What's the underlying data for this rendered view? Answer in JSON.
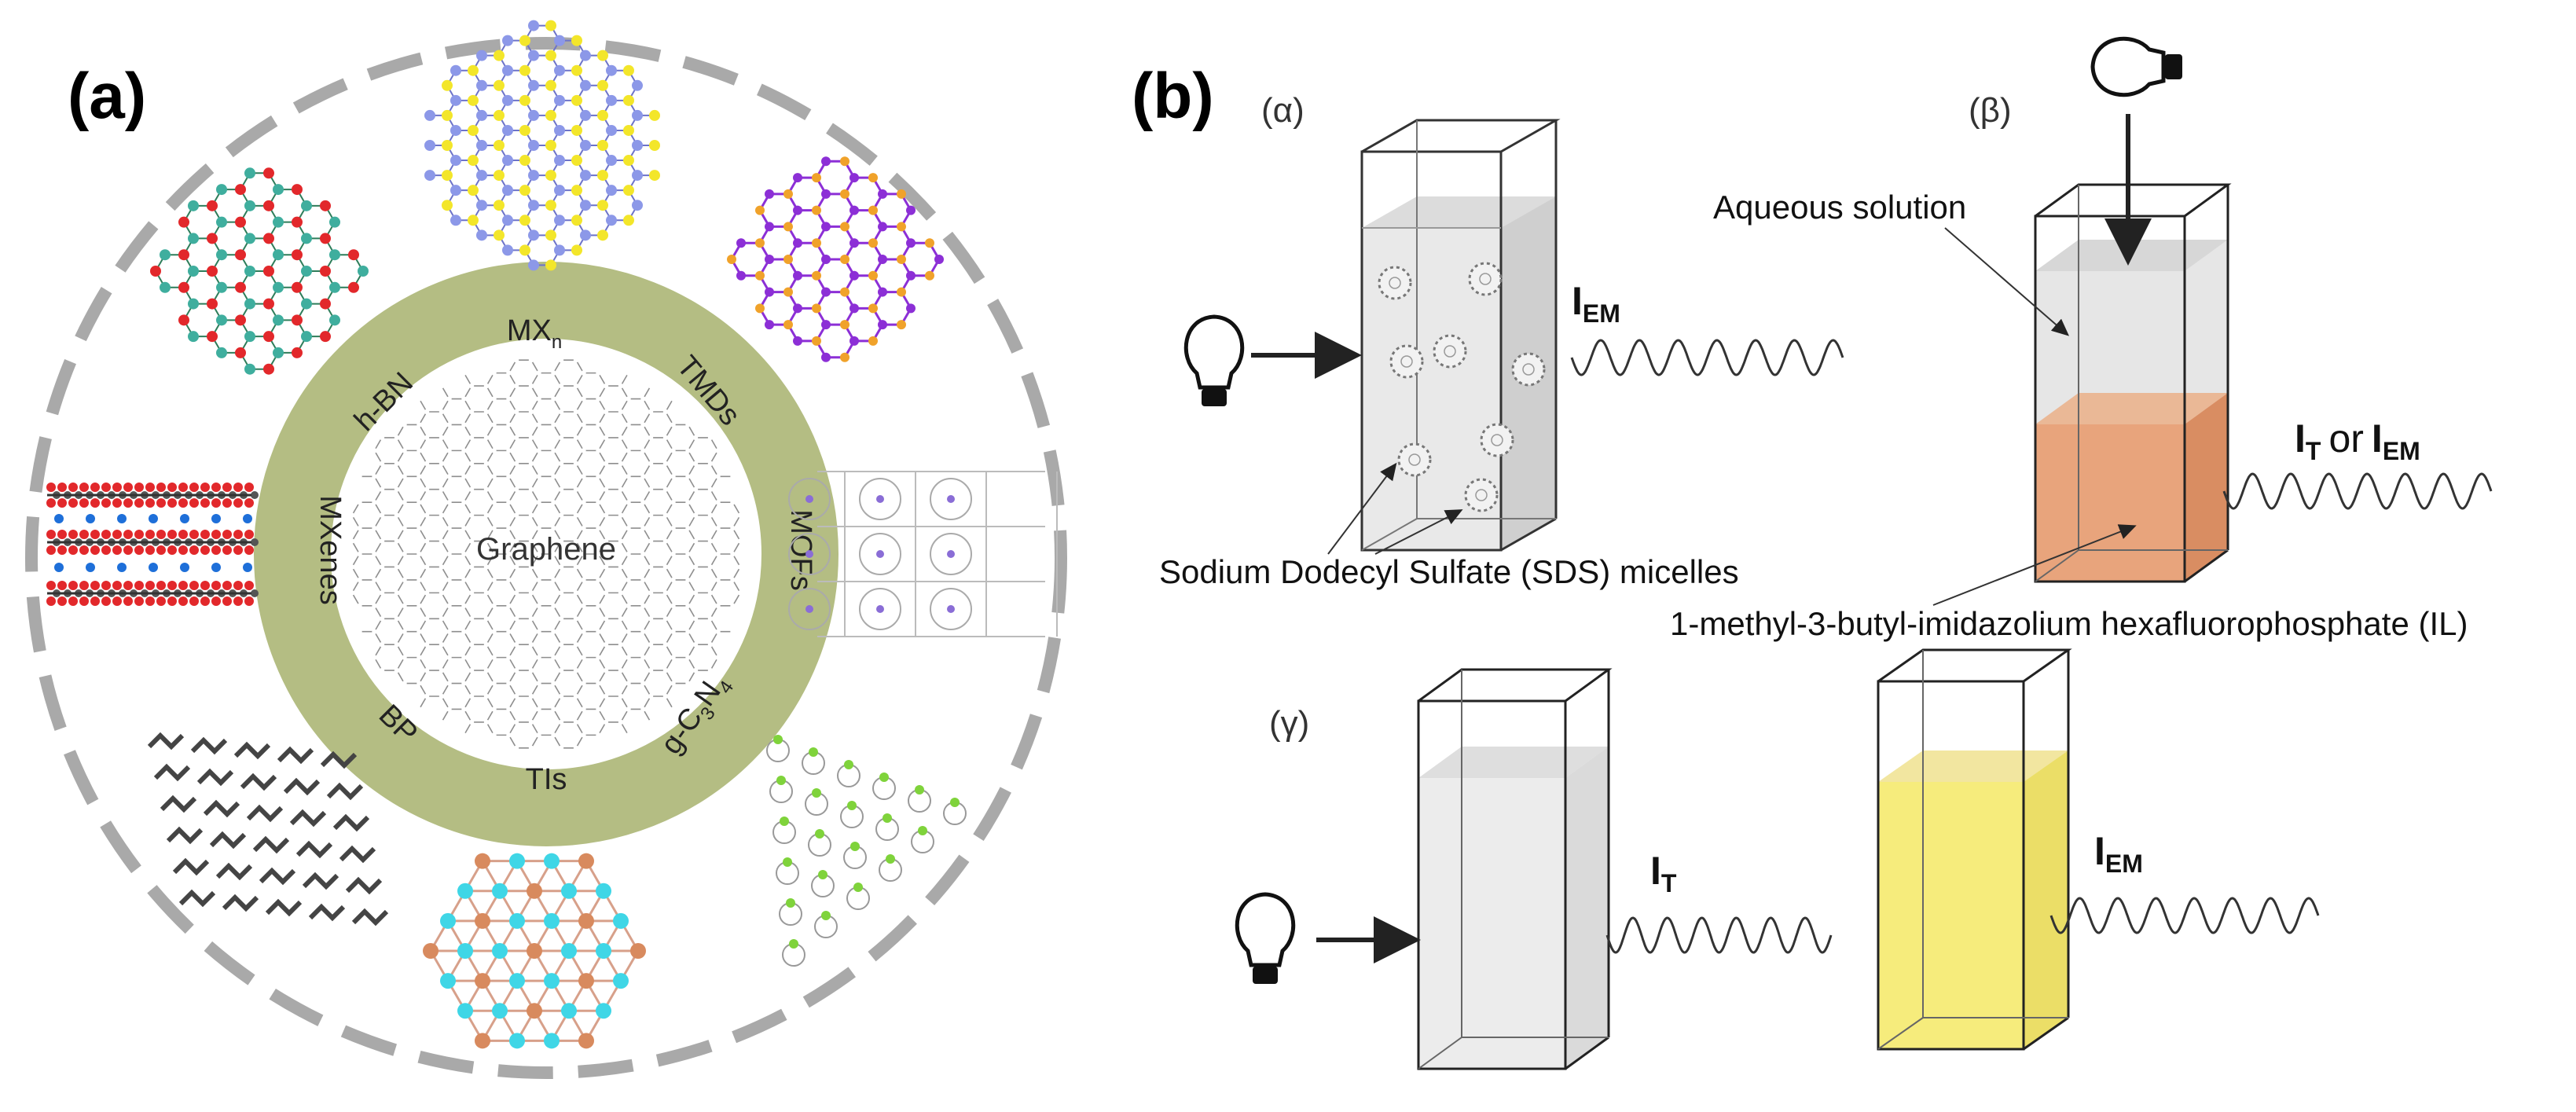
{
  "panel_a": {
    "label": "(a)",
    "center": "Graphene",
    "ring_labels": {
      "mxn_main": "MX",
      "mxn_sub": "n",
      "tmds": "TMDs",
      "mofs": "MOFs",
      "gcn_a": "g-C",
      "gcn_sub1": "3",
      "gcn_b": "N",
      "gcn_sub2": "4",
      "tis": "TIs",
      "bp": "BP",
      "mxenes": "MXenes",
      "hbn": "h-BN"
    },
    "colors": {
      "ring": "#b4bd83",
      "dashed": "#a9a9a9",
      "atom_red": "#e2282b",
      "atom_teal": "#3fae9e",
      "atom_yellow": "#f3e62a",
      "atom_blue": "#8c98e8",
      "atom_purple": "#8c2fd6",
      "atom_orange": "#f0a22a",
      "atom_green": "#7fd33b",
      "atom_cyan": "#3fd6e6",
      "atom_copper": "#d88a5e"
    }
  },
  "panel_b": {
    "label": "(b)",
    "alpha": "(α)",
    "beta": "(β)",
    "gamma": "(γ)",
    "iem_main": "I",
    "iem_sub": "EM",
    "it_main": "I",
    "it_sub": "T",
    "or_text": "or",
    "aqueous": "Aqueous solution",
    "sds": "Sodium Dodecyl Sulfate (SDS) micelles",
    "il": "1-methyl-3-butyl-imidazolium hexafluorophosphate (IL)",
    "colors": {
      "il_phase": "#e8a47c",
      "aqueous_phase": "#e6e6e6",
      "yellow_phase": "#f6ec7c",
      "liquid_grey": "#e9e9e9"
    }
  }
}
